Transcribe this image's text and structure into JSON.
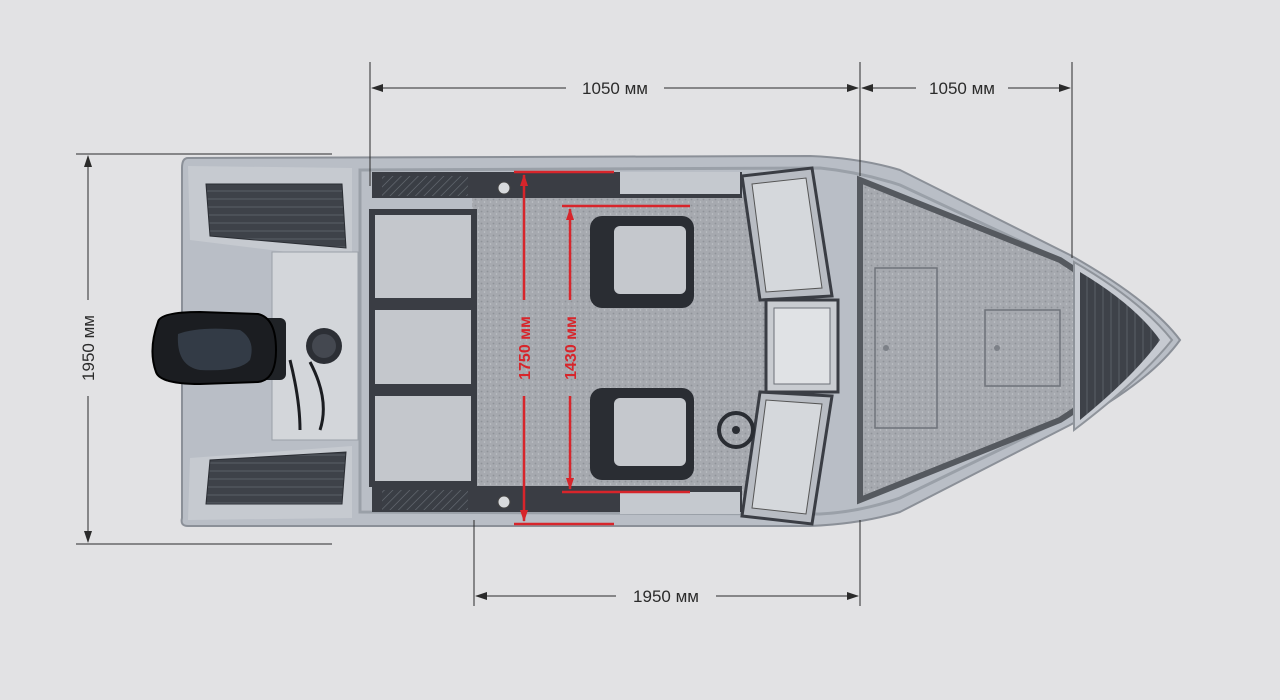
{
  "dimensions": {
    "top_left": "1050 мм",
    "top_right": "1050 мм",
    "bottom": "1950 мм",
    "left": "1950 мм",
    "inner_long": "1750 мм",
    "inner_short": "1430 мм"
  },
  "colors": {
    "background": "#e2e2e4",
    "dimension_line": "#2b2b2b",
    "interior_dimension": "#d7252b",
    "hull": "#b9bec6",
    "deck_carpet": "#a9acb2",
    "seat": "#2a2d33"
  }
}
